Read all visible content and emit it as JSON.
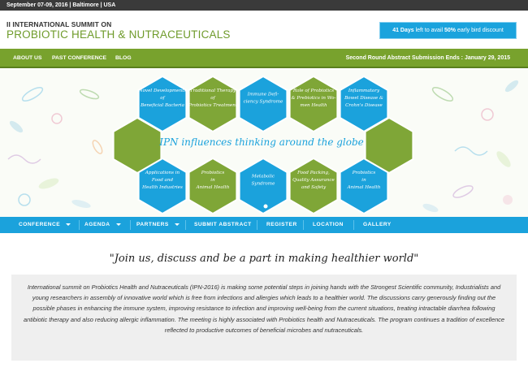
{
  "topbar": {
    "text": "September 07-09, 2016 | Baltimore | USA"
  },
  "header": {
    "logo_line1": "II INTERNATIONAL SUMMIT ON",
    "logo_line2": "PROBIOTIC HEALTH & NUTRACEUTICALS",
    "promo_days": "41 Days",
    "promo_mid": " left to avail ",
    "promo_pct": "50%",
    "promo_end": " early bird discount"
  },
  "green_nav": {
    "items": [
      "ABOUT US",
      "PAST CONFERENCE",
      "BLOG"
    ],
    "deadline_label": "Second Round Abstract Submission Ends : ",
    "deadline_date": "January 29, 2015"
  },
  "banner": {
    "center_text": "IPN influences thinking around the globe",
    "hexagons_top": [
      [
        "Novel Developments",
        "of",
        "Beneficial Bacteria"
      ],
      [
        "Traditional Therapy",
        "of",
        "Probiotics Treatment"
      ],
      [
        "Immune Defi-",
        "ciency Syndrome"
      ],
      [
        "Role of Probiotics",
        "& Prebiotics in Wo-",
        "men Health"
      ],
      [
        "Inflammatory",
        "Bowel Disease &",
        "Crohn's Disease"
      ]
    ],
    "hexagons_bottom": [
      [
        "Applications in",
        "Food and",
        "Health Industries"
      ],
      [
        "Probiotics",
        "in",
        "Animal Health"
      ],
      [
        "Metabolic",
        "Syndrome"
      ],
      [
        "Food Packing,",
        "Quality Assurance",
        "and Safety"
      ],
      [
        "Probiotics",
        "in",
        "Animal Health"
      ]
    ],
    "colors": {
      "blue": "#1ba2dc",
      "green": "#7fa637"
    }
  },
  "blue_nav": {
    "items": [
      {
        "label": "CONFERENCE",
        "dropdown": true
      },
      {
        "label": "AGENDA",
        "dropdown": true
      },
      {
        "label": "PARTNERS",
        "dropdown": true
      },
      {
        "label": "SUBMIT ABSTRACT",
        "dropdown": false
      },
      {
        "label": "REGISTER",
        "dropdown": false
      },
      {
        "label": "LOCATION",
        "dropdown": false
      },
      {
        "label": "GALLERY",
        "dropdown": false
      }
    ]
  },
  "tagline": "\"Join us, discuss and be a part in making healthier world\"",
  "about": "International summit on Probiotics Health and Nutraceuticals (IPN-2016) is making some potential steps in joining hands with the Strongest Scientific community, Industrialists and young researchers in assembly of innovative world which is free from infections and allergies which leads to a healthier world. The discussions carry generously finding out the possible phases in enhancing the immune system, improving resistance to infection and improving well-being from the current situations, treating intractable diarrhea following antibiotic therapy and also reducing allergic inflammation. The meeting is highly associated with Probiotics health and Nutraceuticals. The program continues a tradition of excellence reflected to productive outcomes of beneficial microbes and nutraceuticals."
}
